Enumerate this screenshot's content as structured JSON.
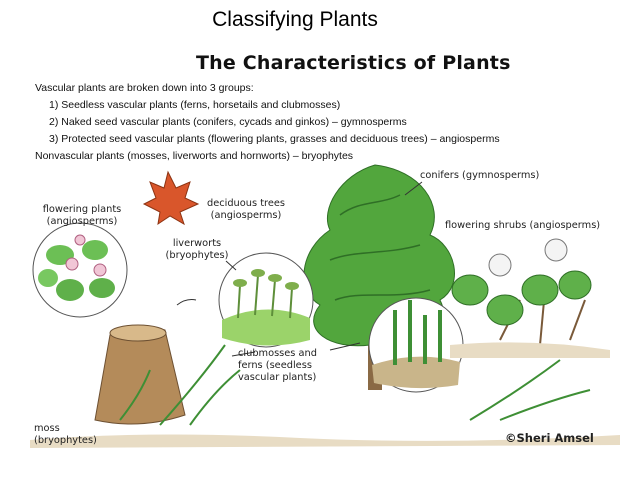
{
  "slide_title": "Classifying Plants",
  "heading": "The Characteristics of Plants",
  "intro": {
    "lead": "Vascular plants are broken down into 3 groups:",
    "items": [
      "1) Seedless vascular plants (ferns, horsetails and clubmosses)",
      "2) Naked seed vascular plants (conifers, cycads and ginkos) – gymnosperms",
      "3) Protected seed vascular plants (flowering plants, grasses and deciduous trees) – angiosperms"
    ],
    "nonvascular": "Nonvascular plants (mosses, liverworts and hornworts) – bryophytes"
  },
  "labels": {
    "flowering_plants": [
      "flowering plants",
      "(angiosperms)"
    ],
    "deciduous_trees": [
      "deciduous trees",
      "(angiosperms)"
    ],
    "liverworts": [
      "liverworts",
      "(bryophytes)"
    ],
    "conifers": "conifers (gymnosperms)",
    "flowering_shrubs": "flowering shrubs (angiosperms)",
    "clubmosses": [
      "clubmosses and",
      "ferns (seedless",
      "vascular plants)"
    ],
    "moss": [
      "moss",
      "(bryophytes)"
    ]
  },
  "credit": "©Sheri Amsel",
  "colors": {
    "leaf_green": "#3e8f35",
    "light_green": "#9bd36a",
    "bark": "#8a6a45",
    "maple": "#d9562b"
  }
}
